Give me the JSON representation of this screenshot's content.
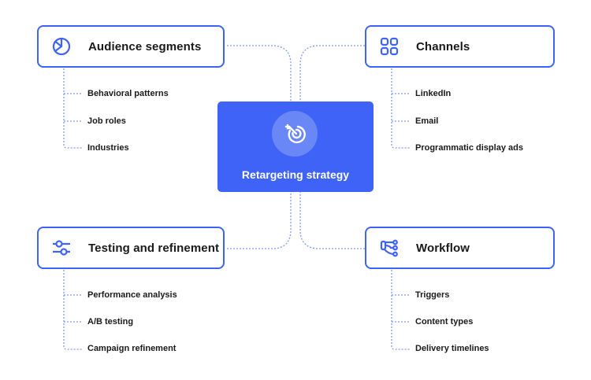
{
  "center": {
    "label": "Retargeting strategy",
    "icon": "target-dart-icon"
  },
  "nodes": [
    {
      "id": "audience",
      "title": "Audience segments",
      "icon": "pie-chart-icon",
      "items": [
        "Behavioral patterns",
        "Job roles",
        "Industries"
      ]
    },
    {
      "id": "channels",
      "title": "Channels",
      "icon": "grid-icon",
      "items": [
        "LinkedIn",
        "Email",
        "Programmatic display ads"
      ]
    },
    {
      "id": "testing",
      "title": "Testing and refinement",
      "icon": "sliders-icon",
      "items": [
        "Performance analysis",
        "A/B testing",
        "Campaign refinement"
      ]
    },
    {
      "id": "workflow",
      "title": "Workflow",
      "icon": "workflow-branch-icon",
      "items": [
        "Triggers",
        "Content types",
        "Delivery timelines"
      ]
    }
  ],
  "colors": {
    "accent": "#3e63f6",
    "connector": "#7f9bf7",
    "center_circle": "#6a87f8"
  }
}
